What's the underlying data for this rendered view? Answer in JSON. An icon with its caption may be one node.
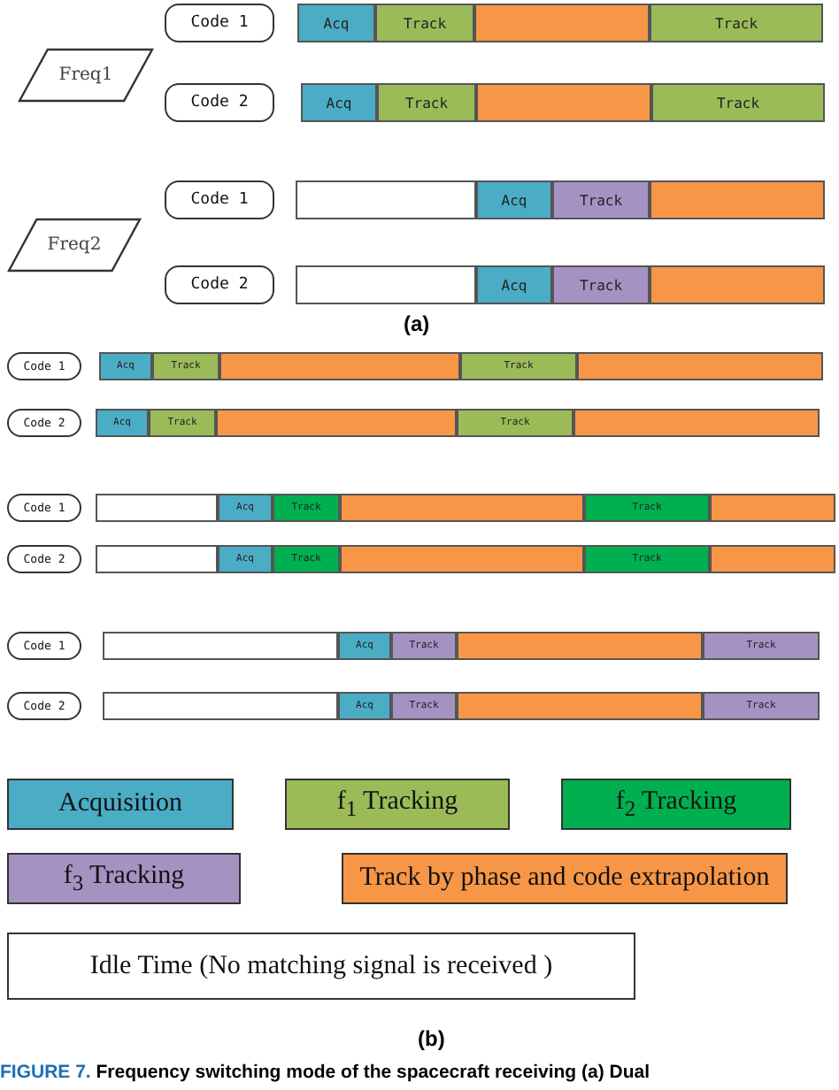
{
  "diagram": {
    "caption": "**FIGURE 7.** Frequency switching mode of the spacecraft receiving (a) Dual",
    "nodes": [
      {
        "text": [
          "Freq1"
        ]
      },
      {
        "text": [
          "Code 1"
        ]
      },
      {
        "text": [
          "Acq"
        ]
      },
      {
        "text": [
          "Track"
        ]
      },
      {
        "text": [],
        "shape": "bar"
      },
      {
        "text": [
          "Track"
        ]
      },
      {
        "text": [
          "Code 2"
        ]
      },
      {
        "text": [
          "Acq"
        ]
      },
      {
        "text": [
          "Track"
        ]
      },
      {
        "text": [],
        "shape": "bar"
      },
      {
        "text": [
          "Track"
        ]
      },
      {
        "text": [
          "Freq2"
        ]
      },
      {
        "text": [
          "Code 1"
        ]
      },
      {
        "text": [],
        "shape": "bar"
      },
      {
        "text": [
          "Acq"
        ]
      },
      {
        "text": [
          "Track"
        ]
      },
      {
        "text": [],
        "shape": "bar"
      },
      {
        "text": [
          "Code 2"
        ]
      },
      {
        "text": [],
        "shape": "bar"
      },
      {
        "text": [
          "Acq"
        ]
      },
      {
        "text": [
          "Track"
        ]
      },
      {
        "text": [],
        "shape": "bar"
      },
      {
        "text": [
          "Code 1"
        ]
      },
      {
        "text": [
          "Acq"
        ]
      },
      {
        "text": [
          "Track"
        ]
      },
      {
        "text": [],
        "shape": "bar"
      },
      {
        "text": [
          "Track"
        ]
      },
      {
        "text": [],
        "shape": "bar"
      },
      {
        "text": [
          "Code 2"
        ]
      },
      {
        "text": [
          "Acq"
        ]
      },
      {
        "text": [
          "Track"
        ]
      },
      {
        "text": [],
        "shape": "bar"
      },
      {
        "text": [
          "Track"
        ]
      },
      {
        "text": [],
        "shape": "bar"
      },
      {
        "text": [
          "Code 1"
        ]
      },
      {
        "text": [],
        "shape": "bar"
      },
      {
        "text": [
          "Acq"
        ]
      },
      {
        "text": [
          "Track"
        ]
      },
      {
        "text": [],
        "shape": "bar"
      },
      {
        "text": [
          "Track"
        ]
      },
      {
        "text": [],
        "shape": "bar"
      },
      {
        "text": [
          "Code 2"
        ]
      },
      {
        "text": [],
        "shape": "bar"
      },
      {
        "text": [
          "Acq"
        ]
      },
      {
        "text": [
          "Track"
        ]
      },
      {
        "text": [],
        "shape": "bar"
      },
      {
        "text": [
          "Track"
        ]
      },
      {
        "text": [],
        "shape": "bar"
      },
      {
        "text": [
          "Code 1"
        ]
      },
      {
        "text": [],
        "shape": "bar"
      },
      {
        "text": [
          "Acq"
        ]
      },
      {
        "text": [
          "Track"
        ]
      },
      {
        "text": [],
        "shape": "bar"
      },
      {
        "text": [
          "Track"
        ]
      },
      {
        "text": [
          "Code 2"
        ]
      },
      {
        "text": [],
        "shape": "bar"
      },
      {
        "text": [
          "Acq"
        ]
      },
      {
        "text": [
          "Track"
        ]
      },
      {
        "text": [],
        "shape": "bar"
      },
      {
        "text": [
          "Track"
        ]
      }
    ],
    "labels": [
      "(a)",
      "(b)"
    ],
    "legend": [
      {
        "text": "Acquisition",
        "color": "#4bacc6"
      },
      {
        "text": "f$_{1}$ Tracking",
        "color": "#9bbb59"
      },
      {
        "text": "f$_{2}$ Tracking",
        "color": "#00b050"
      },
      {
        "text": "f$_{3}$ Tracking",
        "color": "#a592c2"
      },
      {
        "text": "Track by phase and code extrapolation",
        "color": "#f79646"
      },
      {
        "text": "Idle Time (No matching signal is received )",
        "color": "#ffffff"
      }
    ]
  }
}
